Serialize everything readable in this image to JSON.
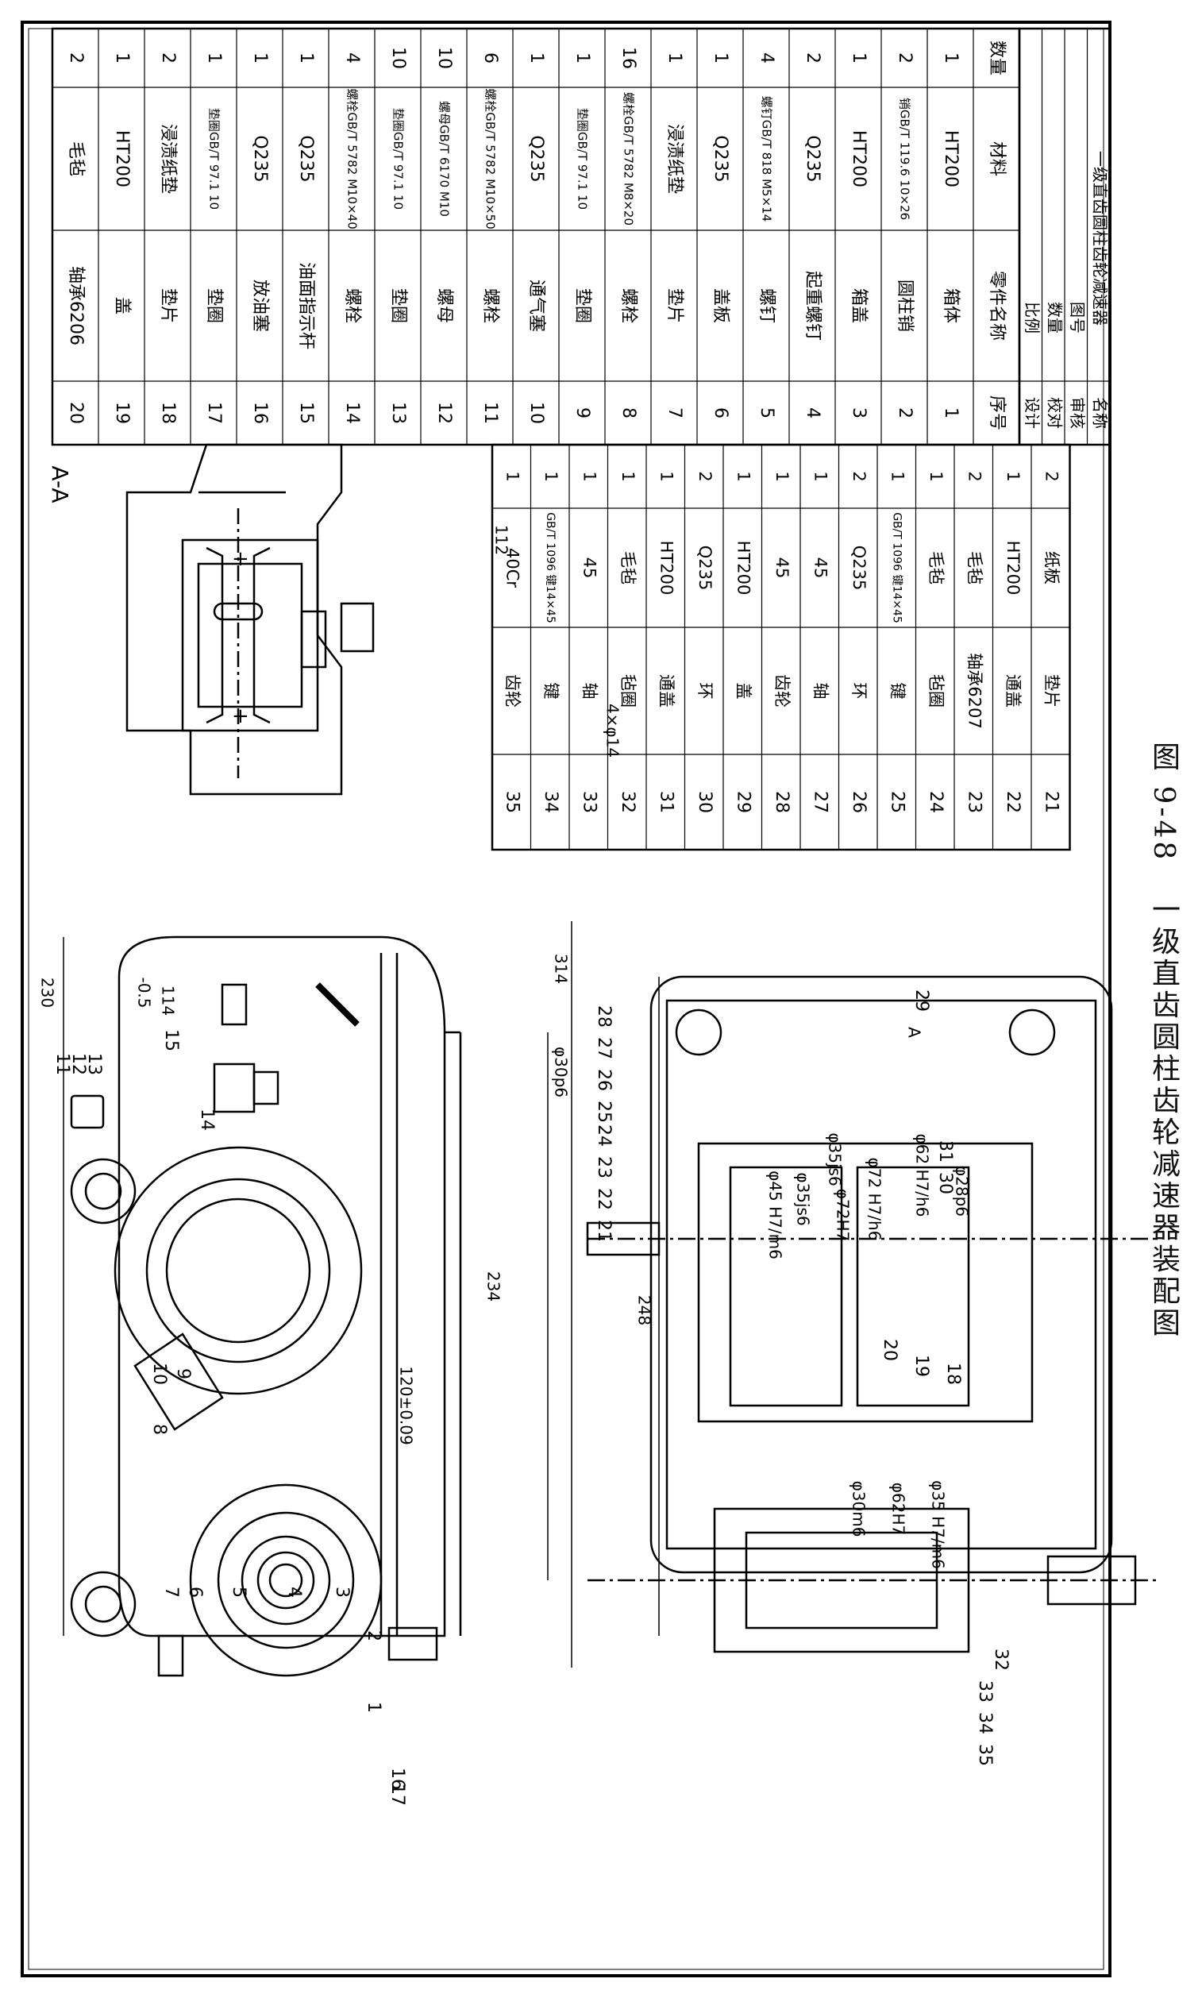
{
  "caption": "图 9-48　一级直齿圆柱齿轮减速器装配图",
  "bom_upper": [
    {
      "no": "20",
      "name": "轴承6206",
      "material": "毛毡",
      "qty": "2"
    },
    {
      "no": "19",
      "name": "盖",
      "material": "HT200",
      "qty": "1"
    },
    {
      "no": "18",
      "name": "垫片",
      "material": "浸渍纸垫",
      "qty": "2"
    },
    {
      "no": "17",
      "name": "垫圈",
      "material": "垫圈GB/T 97.1 10",
      "qty": "1"
    },
    {
      "no": "16",
      "name": "放油塞",
      "material": "Q235",
      "qty": "1"
    },
    {
      "no": "15",
      "name": "油面指示杆",
      "material": "Q235",
      "qty": "1"
    },
    {
      "no": "14",
      "name": "螺栓",
      "material": "螺栓GB/T 5782 M10×40",
      "qty": "4"
    },
    {
      "no": "13",
      "name": "垫圈",
      "material": "垫圈GB/T 97.1 10",
      "qty": "10"
    },
    {
      "no": "12",
      "name": "螺母",
      "material": "螺母GB/T 6170 M10",
      "qty": "10"
    },
    {
      "no": "11",
      "name": "螺栓",
      "material": "螺栓GB/T 5782 M10×50",
      "qty": "6"
    },
    {
      "no": "10",
      "name": "通气塞",
      "material": "Q235",
      "qty": "1"
    },
    {
      "no": "9",
      "name": "垫圈",
      "material": "垫圈GB/T 97.1 10",
      "qty": "1"
    },
    {
      "no": "8",
      "name": "螺栓",
      "material": "螺栓GB/T 5782 M8×20",
      "qty": "16"
    },
    {
      "no": "7",
      "name": "垫片",
      "material": "浸渍纸垫",
      "qty": "1"
    },
    {
      "no": "6",
      "name": "盖板",
      "material": "Q235",
      "qty": "1"
    },
    {
      "no": "5",
      "name": "螺钉",
      "material": "螺钉GB/T 818 M5×14",
      "qty": "4"
    },
    {
      "no": "4",
      "name": "起重螺钉",
      "material": "Q235",
      "qty": "2"
    },
    {
      "no": "3",
      "name": "箱盖",
      "material": "HT200",
      "qty": "1"
    },
    {
      "no": "2",
      "name": "圆柱销",
      "material": "销GB/T 119.6 10×26",
      "qty": "2"
    },
    {
      "no": "1",
      "name": "箱体",
      "material": "HT200",
      "qty": "1"
    }
  ],
  "bom_header": {
    "no": "序号",
    "name": "零件名称",
    "material": "材料",
    "qty": "数量"
  },
  "bom_lower": [
    {
      "no": "35",
      "name": "齿轮",
      "material": "40Cr",
      "qty": "1"
    },
    {
      "no": "34",
      "name": "键",
      "material": "GB/T 1096 键14×45",
      "qty": "1"
    },
    {
      "no": "33",
      "name": "轴",
      "material": "45",
      "qty": "1"
    },
    {
      "no": "32",
      "name": "毡圈",
      "material": "毛毡",
      "qty": "1"
    },
    {
      "no": "31",
      "name": "通盖",
      "material": "HT200",
      "qty": "1"
    },
    {
      "no": "30",
      "name": "环",
      "material": "Q235",
      "qty": "2"
    },
    {
      "no": "29",
      "name": "盖",
      "material": "HT200",
      "qty": "1"
    },
    {
      "no": "28",
      "name": "齿轮",
      "material": "45",
      "qty": "1"
    },
    {
      "no": "27",
      "name": "轴",
      "material": "45",
      "qty": "1"
    },
    {
      "no": "26",
      "name": "环",
      "material": "Q235",
      "qty": "2"
    },
    {
      "no": "25",
      "name": "键",
      "material": "GB/T 1096 键14×45",
      "qty": "1"
    },
    {
      "no": "24",
      "name": "毡圈",
      "material": "毛毡",
      "qty": "1"
    },
    {
      "no": "23",
      "name": "轴承6207",
      "material": "毛毡",
      "qty": "2"
    },
    {
      "no": "22",
      "name": "通盖",
      "material": "HT200",
      "qty": "1"
    },
    {
      "no": "21",
      "name": "垫片",
      "material": "纸板",
      "qty": "2"
    }
  ],
  "title_block": {
    "design": "设计",
    "check": "校对",
    "review": "审核",
    "name_label": "名称",
    "scale": "比例",
    "quantity": "数量",
    "drawing_no": "图号",
    "title": "一级直齿圆柱齿轮减速器"
  },
  "section_label": "A-A",
  "dims": {
    "d230": "230",
    "d114": "114",
    "d114_tol": "-0.5",
    "d120": "120±0.09",
    "d234": "234",
    "d314": "314",
    "d248": "248",
    "d112": "112",
    "holes": "4×φ14",
    "fit1": "φ30p6",
    "fit2": "φ28p6",
    "fit3": "φ30m6",
    "fit4": "φ62H7",
    "fit5": "φ35 H7/m6",
    "fit6": "φ45 H7/m6",
    "fit7": "φ35js6",
    "fit8": "φ72H7",
    "fit9": "φ72 H7/h6",
    "fit10": "φ62 H7/h6",
    "fit11": "φ35js6",
    "a_label": "A"
  },
  "callouts_top": [
    "11",
    "12",
    "13",
    "14",
    "15",
    "10",
    "9",
    "8",
    "7",
    "6",
    "5",
    "4",
    "3",
    "2",
    "1",
    "16",
    "17"
  ],
  "callouts_bottom": [
    "28",
    "27",
    "26",
    "25",
    "24",
    "23",
    "22",
    "21",
    "20",
    "19",
    "18",
    "35",
    "34",
    "33",
    "32",
    "31",
    "30",
    "29"
  ]
}
